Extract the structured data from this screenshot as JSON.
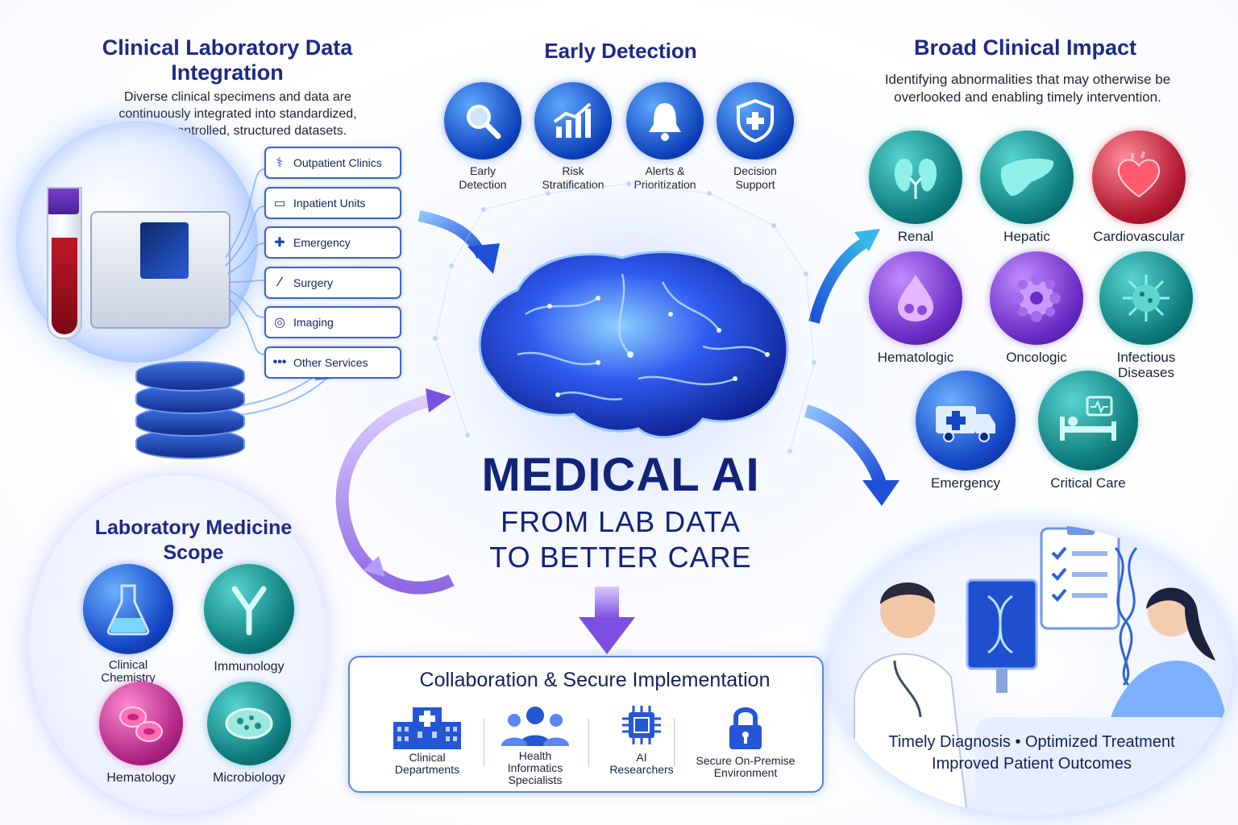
{
  "integration": {
    "title_line1": "Clinical Laboratory Data",
    "title_line2": "Integration",
    "desc_line1": "Diverse clinical specimens and data are",
    "desc_line2": "continuously integrated into standardized,",
    "desc_line3": "quality-controlled, structured datasets.",
    "services": [
      {
        "label": "Outpatient Clinics",
        "icon": "stethoscope-icon"
      },
      {
        "label": "Inpatient Units",
        "icon": "bed-icon"
      },
      {
        "label": "Emergency",
        "icon": "ambulance-icon"
      },
      {
        "label": "Surgery",
        "icon": "scalpel-icon"
      },
      {
        "label": "Imaging",
        "icon": "imaging-icon"
      },
      {
        "label": "Other Services",
        "icon": "dots-icon"
      }
    ]
  },
  "early_detection": {
    "title": "Early Detection",
    "items": [
      {
        "line1": "Early",
        "line2": "Detection",
        "icon": "magnifier-icon"
      },
      {
        "line1": "Risk",
        "line2": "Stratification",
        "icon": "trend-chart-icon"
      },
      {
        "line1": "Alerts &",
        "line2": "Prioritization",
        "icon": "bell-icon"
      },
      {
        "line1": "Decision",
        "line2": "Support",
        "icon": "shield-icon"
      }
    ]
  },
  "center": {
    "title": "MEDICAL AI",
    "subtitle_line1": "FROM LAB DATA",
    "subtitle_line2": "TO BETTER CARE"
  },
  "impact": {
    "title": "Broad Clinical Impact",
    "desc_line1": "Identifying abnormalities that may otherwise be",
    "desc_line2": "overlooked and enabling timely intervention.",
    "areas": [
      {
        "line1": "Renal",
        "line2": "",
        "icon": "kidney-icon",
        "color": "teal"
      },
      {
        "line1": "Hepatic",
        "line2": "",
        "icon": "liver-icon",
        "color": "teal"
      },
      {
        "line1": "Cardiovascular",
        "line2": "",
        "icon": "heart-icon",
        "color": "red"
      },
      {
        "line1": "Hematologic",
        "line2": "",
        "icon": "blood-drop-icon",
        "color": "purple"
      },
      {
        "line1": "Oncologic",
        "line2": "",
        "icon": "tumor-cell-icon",
        "color": "purple"
      },
      {
        "line1": "Infectious",
        "line2": "Diseases",
        "icon": "virus-icon",
        "color": "teal"
      },
      {
        "line1": "Emergency",
        "line2": "",
        "icon": "ambulance-icon",
        "color": "blue"
      },
      {
        "line1": "Critical Care",
        "line2": "",
        "icon": "icu-bed-icon",
        "color": "teal"
      }
    ]
  },
  "scope": {
    "title_line1": "Laboratory Medicine",
    "title_line2": "Scope",
    "items": [
      {
        "line1": "Clinical",
        "line2": "Chemistry",
        "icon": "flask-icon",
        "color": "blue"
      },
      {
        "line1": "Immunology",
        "line2": "",
        "icon": "antibody-icon",
        "color": "teal"
      },
      {
        "line1": "Hematology",
        "line2": "",
        "icon": "red-cells-icon",
        "color": "magenta"
      },
      {
        "line1": "Microbiology",
        "line2": "",
        "icon": "petri-dish-icon",
        "color": "teal"
      }
    ]
  },
  "collaboration": {
    "title": "Collaboration & Secure Implementation",
    "items": [
      {
        "line1": "Clinical",
        "line2": "Departments",
        "line3": "",
        "icon": "hospital-icon"
      },
      {
        "line1": "Health",
        "line2": "Informatics",
        "line3": "Specialists",
        "icon": "people-icon"
      },
      {
        "line1": "AI",
        "line2": "Researchers",
        "line3": "",
        "icon": "chip-icon"
      },
      {
        "line1": "Secure On-Premise",
        "line2": "Environment",
        "line3": "",
        "icon": "lock-icon"
      }
    ]
  },
  "outcomes": {
    "line1": "Timely Diagnosis • Optimized Treatment",
    "line2": "Improved Patient Outcomes"
  }
}
